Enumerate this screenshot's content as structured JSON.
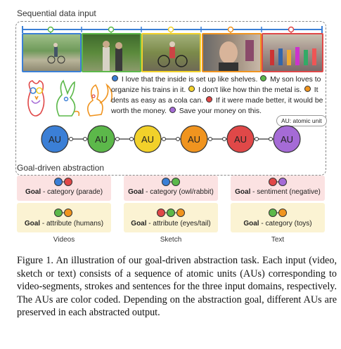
{
  "section1_title": "Sequential data input",
  "section2_title": "Goal-driven abstraction",
  "colors": {
    "blue": "#3b7fd6",
    "green": "#5cb84a",
    "yellow": "#f2d12a",
    "orange": "#f0941f",
    "red": "#e04848",
    "purple": "#a56bd6"
  },
  "sentences": {
    "s1": "I love that the inside is set up like shelves.",
    "s2": "My son loves to organize his trains in it.",
    "s3": "I don't like how thin the metal is.",
    "s4": "It dents as easy as a cola can.",
    "s5": "If it were made better, it would be worth the money.",
    "s6": "Save your money on this."
  },
  "au_note": "AU: atomic unit",
  "au_label": "AU",
  "goals": {
    "videos_top": {
      "prefix": "Goal",
      "text": " - category (parade)"
    },
    "videos_bottom": {
      "prefix": "Goal",
      "text": " - attribute (humans)"
    },
    "sketch_top": {
      "prefix": "Goal",
      "text": " - category (owl/rabbit)"
    },
    "sketch_bottom": {
      "prefix": "Goal",
      "text": " - attribute (eyes/tail)"
    },
    "text_top": {
      "prefix": "Goal",
      "text": " - sentiment (negative)"
    },
    "text_bottom": {
      "prefix": "Goal",
      "text": " - category (toys)"
    }
  },
  "domains": [
    "Videos",
    "Sketch",
    "Text"
  ],
  "caption": "Figure 1. An illustration of our goal-driven abstraction task. Each input (video, sketch or text) consists of a sequence of atomic units (AUs) corresponding to video-segments, strokes and sentences for the three input domains, respectively. The AUs are color coded. Depending on the abstraction goal, different AUs are preserved in each abstracted output."
}
